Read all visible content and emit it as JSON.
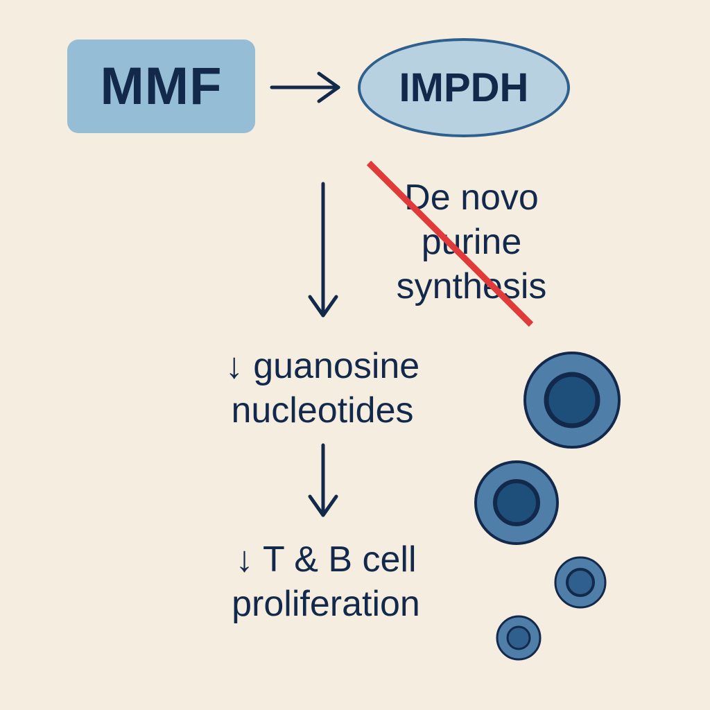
{
  "nodes": {
    "drug": "MMF",
    "enzyme": "IMPDH"
  },
  "pathway": {
    "line1": "De novo",
    "line2": "purine",
    "line3": "synthesis"
  },
  "effect1": {
    "line1": "↓ guanosine",
    "line2": "nucleotides"
  },
  "effect2": {
    "line1": "↓ T & B cell",
    "line2": "proliferation"
  },
  "colors": {
    "background": "#f5eddf",
    "text": "#13294b",
    "box_fill": "#95bdd6",
    "ellipse_fill": "#b7d1e0",
    "inhibition_line": "#e03a3a",
    "cell_outer": "#13294b",
    "cell_ring": "#4f7fa8",
    "cell_nucleus": "#1e4e7a"
  }
}
